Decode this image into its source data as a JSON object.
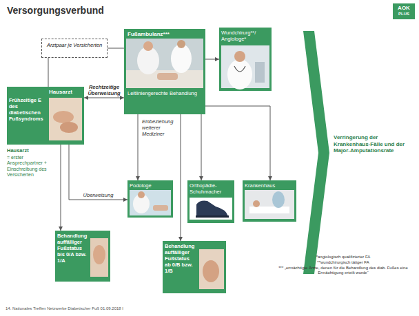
{
  "diagram": {
    "title": "Versorgungsverbund",
    "nodes": [
      {
        "text": [
          "Arztpaar je Versicherten"
        ]
      },
      {
        "text": [
          "Fußambulanz***",
          "Leitliniengerechte Behandlung"
        ]
      },
      {
        "text": [
          "Wundchirurg**/ Angiologe*"
        ]
      },
      {
        "text": [
          "Hausarzt",
          "Frühzeitige E des diabetischen Fußsyndroms"
        ]
      },
      {
        "text": [
          "Podologe"
        ]
      },
      {
        "text": [
          "Orthopädie-Schuhmacher"
        ]
      },
      {
        "text": [
          "Krankenhaus"
        ]
      },
      {
        "text": [
          "Behandlung auffälliger Fußstatus bis 0/A bzw. 1/A"
        ]
      },
      {
        "text": [
          "Behandlung auffälliger Fußstatus ab 0/B bzw. 1/B"
        ]
      }
    ],
    "edges": [
      {
        "from": 0,
        "to": 3,
        "arrow": "none"
      },
      {
        "from": 0,
        "to": 1,
        "arrow": "none"
      },
      {
        "from": 3,
        "to": 1,
        "arrow": "both",
        "label": "Rechtzeitige Überweisung"
      },
      {
        "from": 1,
        "to": 2,
        "arrow": "to"
      },
      {
        "from": 1,
        "to": 4,
        "arrow": "to"
      },
      {
        "from": 1,
        "to": 5,
        "arrow": "to"
      },
      {
        "from": 1,
        "to": 6,
        "arrow": "to"
      },
      {
        "from": 1,
        "to": 8,
        "arrow": "to"
      },
      {
        "from": 3,
        "to": 4,
        "arrow": "to",
        "label": "Überweisung"
      },
      {
        "from": 3,
        "to": 7,
        "arrow": "to"
      }
    ],
    "labels": [
      "AOK",
      "PLUS",
      "Hausarzt",
      "= erster Ansprechpartner + Einschreibung des Versicherten",
      "Einbeziehung weiterer Mediziner",
      "Verringerung der Krankenhaus-Fälle und der Major-Amputationsrate",
      "*angiologisch qualifizierter FA",
      "**wundchirurgisch tätiger FA",
      "*** „ermächtigte Ärzte, denen für die Behandlung des diab. Fußes eine Ermächtigung erteilt wurde“",
      "14. Nationales Treffen Netzwerke Diabetischer Fuß 01.09.2018 I"
    ]
  }
}
